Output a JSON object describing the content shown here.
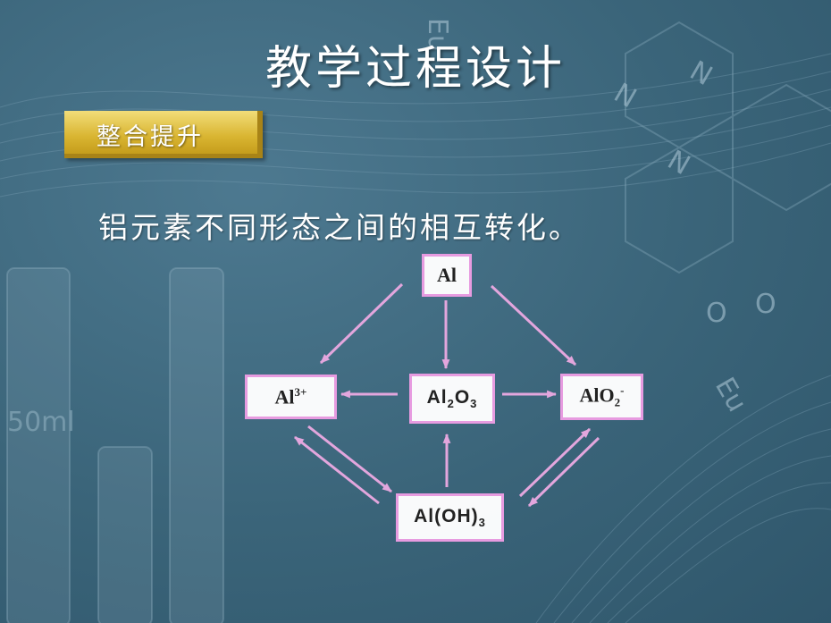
{
  "title": "教学过程设计",
  "section_tag": "整合提升",
  "subtitle": "铝元素不同形态之间的相互转化。",
  "colors": {
    "arrow": "#e3a6dd",
    "box_border": "#e79be0",
    "tag_gold": "#d9b531"
  },
  "nodes": {
    "al": "Al",
    "al3": {
      "base": "Al",
      "sup": "3+"
    },
    "al2o3": {
      "a": "Al",
      "b": "2",
      "c": "O",
      "d": "3"
    },
    "alo2": {
      "base": "AlO",
      "sub": "2",
      "sup": "-"
    },
    "aloh3": {
      "base": "Al(OH)",
      "sub": "3"
    }
  },
  "background_marks": [
    "50ml",
    "N",
    "N",
    "N",
    "O",
    "O",
    "Eu",
    "Eu"
  ]
}
